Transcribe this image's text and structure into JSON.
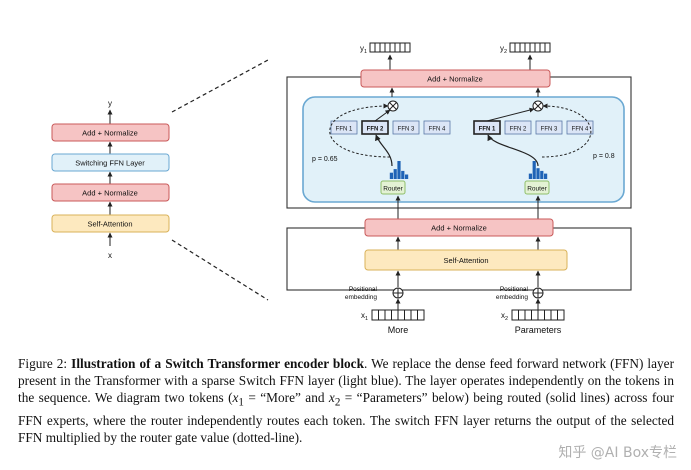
{
  "left_block": {
    "y_label": "y",
    "x_label": "x",
    "add_norm_top": "Add + Normalize",
    "switching_ffn": "Switching FFN Layer",
    "add_norm_bottom": "Add + Normalize",
    "self_attention": "Self-Attention"
  },
  "right_block": {
    "y1_label": "y",
    "y1_sub": "1",
    "y2_label": "y",
    "y2_sub": "2",
    "add_norm_top": "Add + Normalize",
    "add_norm_mid": "Add + Normalize",
    "self_attention": "Self-Attention",
    "ffn_labels": [
      "FFN 1",
      "FFN 2",
      "FFN 3",
      "FFN 4"
    ],
    "router_label": "Router",
    "p_left": "p = 0.65",
    "p_right": "p = 0.8",
    "positional_line1": "Positional",
    "positional_line2": "embedding",
    "x1_label": "x",
    "x1_sub": "1",
    "x2_label": "x",
    "x2_sub": "2",
    "token1": "More",
    "token2": "Parameters"
  },
  "caption": {
    "figure_label": "Figure 2:",
    "title": "Illustration of a Switch Transformer encoder block",
    "body_1": ". We replace the dense feed forward network (FFN) layer present in the Transformer with a sparse Switch FFN layer (light blue). The layer operates independently on the tokens in the sequence. We diagram two tokens (",
    "math_1": "x",
    "math_1_sub": "1",
    "math_1_rest": " = “More”",
    "body_2": " and ",
    "math_2": "x",
    "math_2_sub": "2",
    "math_2_rest": " = “Parameters”",
    "body_3": " below) being routed (solid lines) across four FFN experts, where the router independently routes each token. The switch FFN layer returns the output of the selected FFN multiplied by the router gate value (dotted-line)."
  },
  "watermark": "知乎 @AI Box专栏",
  "colors": {
    "add_norm_fill": "#f6c4c4",
    "add_norm_stroke": "#c95a5a",
    "self_attention_fill": "#fde9bf",
    "self_attention_stroke": "#d9b25a",
    "switch_fill": "#e1f1f9",
    "switch_stroke": "#6aa8d2",
    "ffn_fill": "#dbe5f6",
    "router_fill": "#e3f2d4",
    "router_stroke": "#8fbf6a",
    "bar_blue": "#1f63b6"
  },
  "router_distribution_left": [
    0.35,
    0.55,
    1.0,
    0.45,
    0.25
  ],
  "router_distribution_right": [
    0.3,
    1.0,
    0.6,
    0.45,
    0.3
  ]
}
